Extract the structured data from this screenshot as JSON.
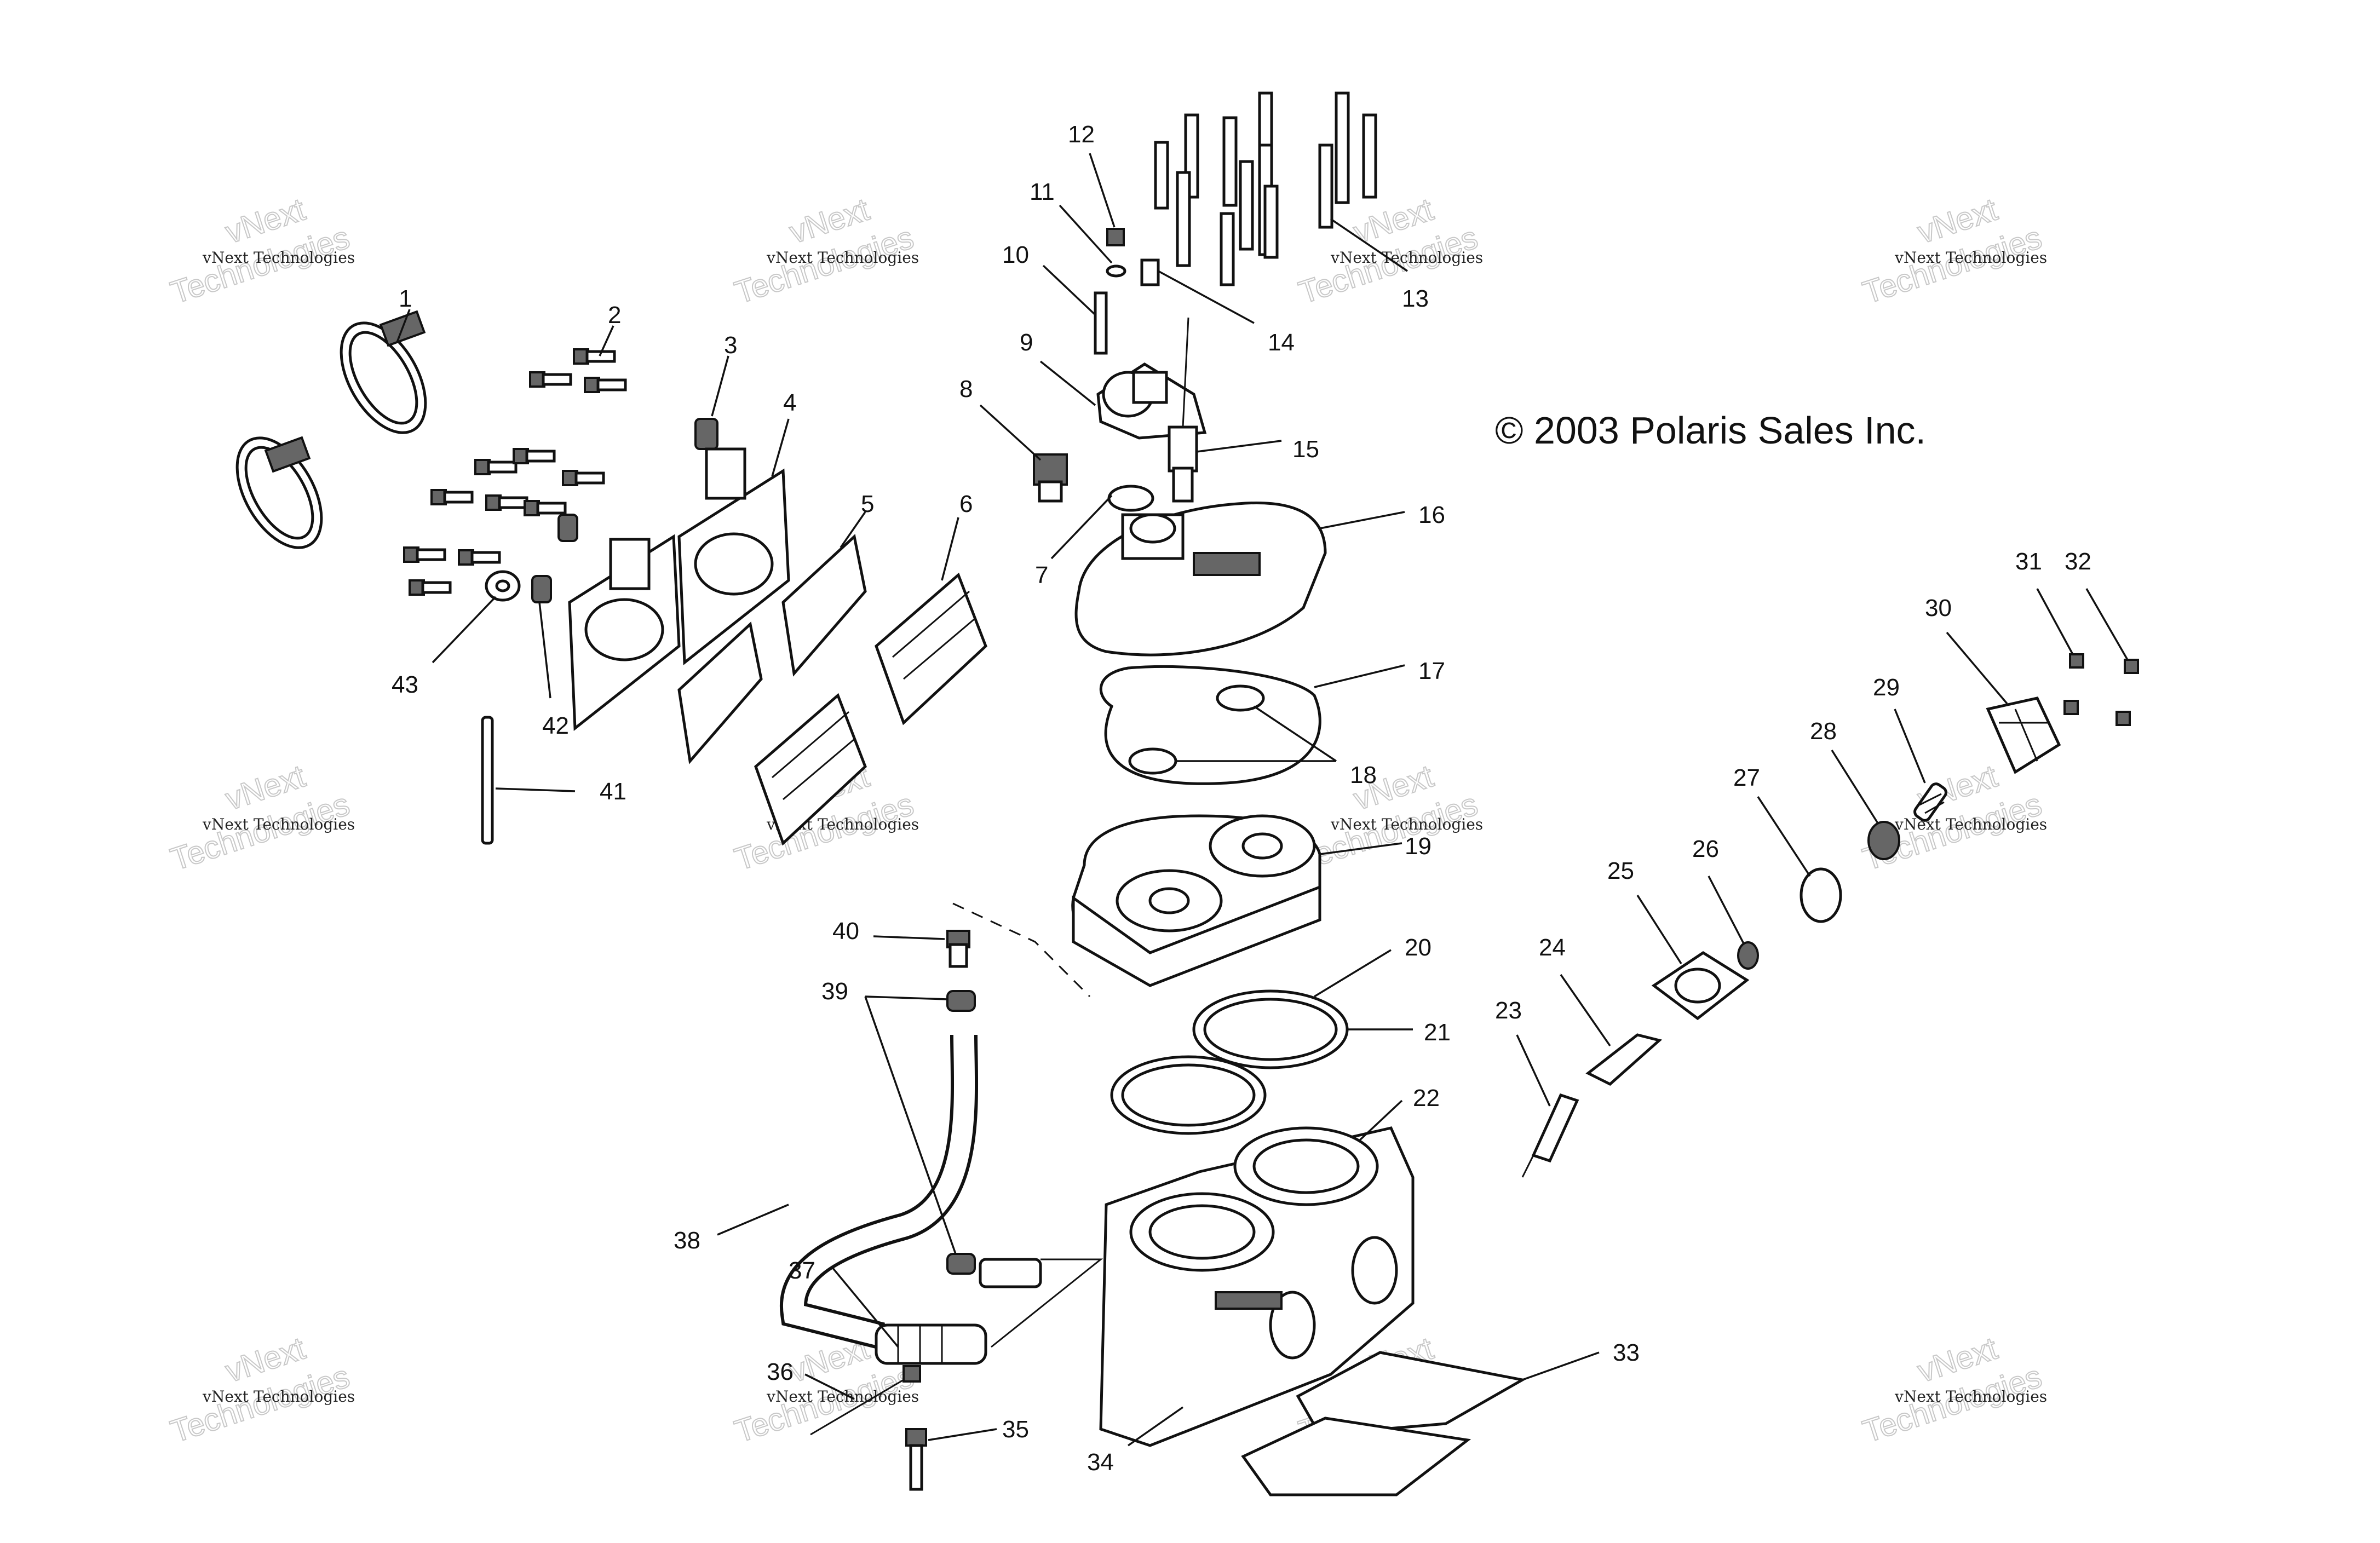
{
  "copyright": "© 2003 Polaris Sales Inc.",
  "watermark": {
    "small": "vNext Technologies",
    "large_line1": "vNext",
    "large_line2": "Technologies"
  },
  "callouts": [
    "1",
    "2",
    "3",
    "4",
    "5",
    "6",
    "7",
    "8",
    "9",
    "10",
    "11",
    "12",
    "13",
    "14",
    "15",
    "16",
    "17",
    "18",
    "19",
    "20",
    "21",
    "22",
    "23",
    "24",
    "25",
    "26",
    "27",
    "28",
    "29",
    "30",
    "31",
    "32",
    "33",
    "34",
    "35",
    "36",
    "37",
    "38",
    "39",
    "40",
    "41",
    "42",
    "43"
  ]
}
